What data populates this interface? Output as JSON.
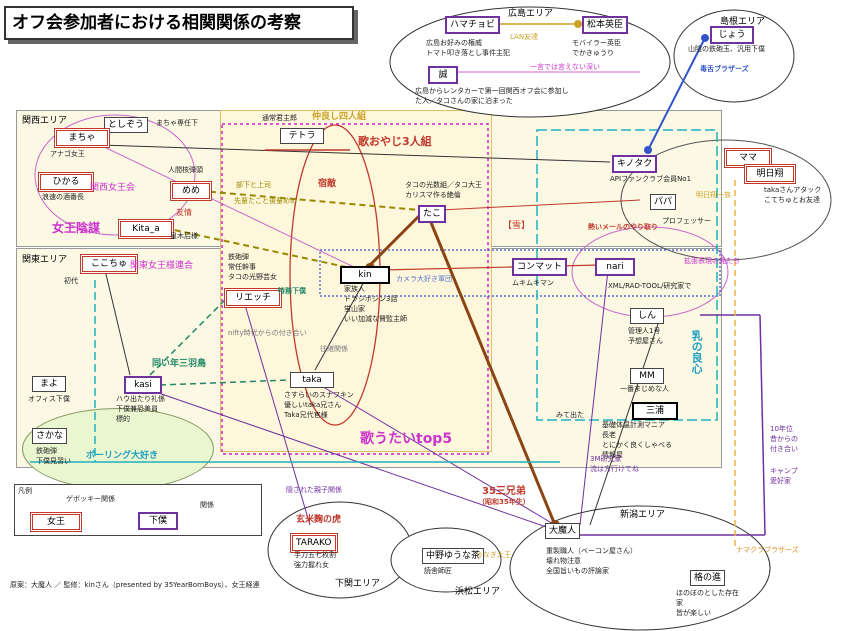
{
  "title": "オフ会参加者における相関関係の考察",
  "regions": {
    "hiroshima": "広島エリア",
    "shimane": "島根エリア",
    "kansai": "関西エリア",
    "kanto": "関東エリア",
    "niigata": "新潟エリア",
    "shimoda": "下関エリア",
    "hamamatsu": "浜松エリア"
  },
  "people": {
    "hamachobi": "ハマチョビ",
    "matsumoto": "松本英臣",
    "makoto": "誠",
    "jou": "じょう",
    "toshizou": "としぞう",
    "macha": "まちゃ",
    "hikaru": "ひかる",
    "meme": "めめ",
    "kita_a": "Kita_a",
    "tetora": "テトラ",
    "kinotaku": "キノタク",
    "mama": "ママ",
    "asuka": "明日翔",
    "papa": "パパ",
    "tako": "たこ",
    "kin": "kin",
    "kokochu": "ここちゅ",
    "rieichi": "リエッチ",
    "konmatto": "コンマット",
    "nari": "nari",
    "shin": "しん",
    "mm": "MM",
    "miura": "三浦",
    "kasi": "kasi",
    "taka": "taka",
    "mayo": "まよ",
    "sakana": "さかな",
    "daimajin": "大魔人",
    "tarako": "TARAKO",
    "nakanoura": "中野ゆうな茶",
    "kaku": "格の進"
  },
  "annotations": {
    "lan": "LAN友達",
    "hamachobi_desc1": "広島お好みの権威",
    "hamachobi_desc2": "トマト叩き落とし事件主犯",
    "matsumoto_desc1": "モバイラー英臣",
    "matsumoto_desc2": "でかきゅうり",
    "makoto_desc1": "広島からレンタカーで第一回関西オフ会に参加し",
    "makoto_desc2": "た人／タコさんの家に泊まった",
    "makoto_deep": "一言では言えない深い",
    "jou_desc": "山陰の鉄砲玉、汎用下僕",
    "shimane_bros": "毒舌ブラザーズ",
    "macha_sub": "まちゃ専任下",
    "macha_desc": "アナゴ女王",
    "nakayoshi": "仲良し四人組",
    "tetora_top": "通常君主郎",
    "utaoyaji": "歌おやじ3人組",
    "meme_top": "人間核弾頭",
    "meme_desc": "皇木后様",
    "hikaru_desc": "浪速の酒番長",
    "kansai_queen": "関西女王会",
    "tomodachi": "友情",
    "queens": "女王陰謀",
    "shitajo": "部下と上司",
    "sensei": "先輩たこと後輩めめ",
    "enemy": "宿敵",
    "tako_desc1": "タコの光数組／タコ大王",
    "tako_desc2": "カリスマ作る絶倫",
    "kinotaku_desc": "APIファンクラブ会員No1",
    "asuka_desc1": "takaさんアタック",
    "asuka_desc2": "こてちゅとお友達",
    "asuka_ichizoku": "明日翔一族",
    "papa_desc": "プロフェッサー",
    "ame": "【雪】",
    "mail": "熱いメールのやり取り",
    "kanto_queen": "関東女王様連合",
    "kokochu_sub": "初代",
    "rieichi_desc1": "鉄砲弾",
    "rieichi_desc2": "常任幹事",
    "rieichi_desc3": "タコの光野芸女",
    "tokumu": "特務下僕",
    "kin_desc1": "家族人",
    "kin_desc2": "トラジボシン3話",
    "kin_desc3": "蛍山家",
    "kin_desc4": "いい加減な賛監主師",
    "camera": "カメラ大好き軍団",
    "konmatto_desc": "ムキムキマン",
    "nari_desc": "XML/RAD-TOOL/研究家で",
    "expression": "拡張表現の見たち",
    "shin_desc1": "管理人1号",
    "shin_desc2": "予想屋さん",
    "ryoushin": "乳の良心",
    "mm_desc": "一番まじめな人",
    "miura_desc1": "基礎体温計測マニア",
    "miura_desc2": "長老",
    "miura_desc3": "とにかく良くしゃべる",
    "miura_desc4": "情報屋",
    "hr_desc": "3M研究家",
    "hr_desc2": "流は方行けてね",
    "ryou_desc1": "10年位",
    "ryou_desc2": "昔からの",
    "ryou_desc3": "付き合い",
    "camp1": "キャンプ",
    "camp2": "愛好家",
    "mitearu": "みて出た",
    "kasi_trio": "同い年三羽鳥",
    "kasi_desc1": "ハウ出たり礼係",
    "kasi_desc2": "下僕兼恐美員",
    "kasi_desc3": "標的",
    "nifty": "nifty時代からの付き合い",
    "oukei": "往継関係",
    "taka_desc1": "さすらいのスナフキン",
    "taka_desc2": "優しいtaka兄さん",
    "taka_desc3": "Taka兄代官様",
    "mayo_desc": "オフィス下僕",
    "sakana_desc1": "鉄砲弾",
    "sakana_desc2": "下僕見習い",
    "bowling": "ボーリング大好き",
    "top5": "歌うたいtop5",
    "sankyoudai": "35三兄弟",
    "showa": "（昭和35年生）",
    "kakure": "隠された親子関係",
    "kurokuro": "玄米麹の虎",
    "tarako_desc1": "手刀五七枚割",
    "tarako_desc2": "強力握れ女",
    "daimajin_desc1": "重製職人（ベーコン屋さん）",
    "daimajin_desc2": "壊れ物注意",
    "daimajin_desc3": "全国旨いもの評論家",
    "nakanoura_desc": "読舎師匠",
    "unagi": "うなぎ大王",
    "kaku_desc1": "ほのぼのとした存在",
    "kaku_desc2": "家",
    "kaku_desc3": "皆が楽しい",
    "namakura": "ナマクラブラザーズ",
    "legend_title": "凡例",
    "legend_relation": "ゲボッキー関係",
    "legend_kankei": "関係",
    "legend_queen": "女王",
    "legend_servant": "下僕",
    "credit": "原案：大魔人 ／ 監修：kinさん（presented by 35YearBornBoys）、女王経連"
  }
}
